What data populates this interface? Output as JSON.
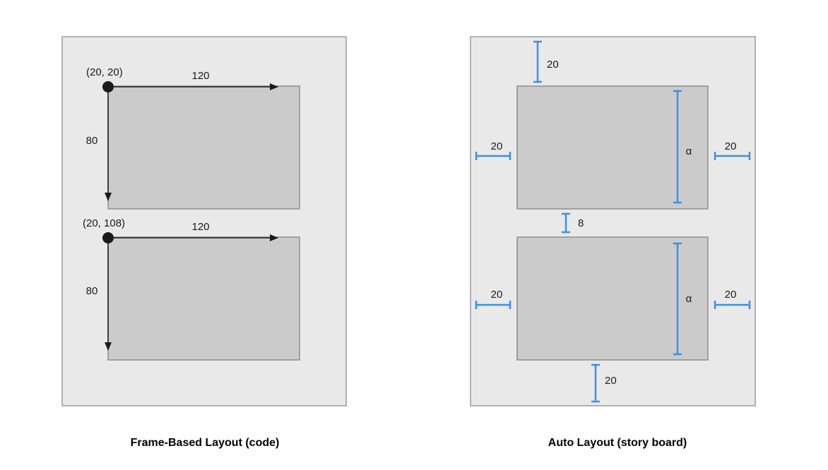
{
  "colors": {
    "panel_fill": "#e9e9e9",
    "panel_border": "#9a9a9a",
    "view_fill": "#cbcbcb",
    "view_border": "#8e8e8e",
    "arrow": "#1a1a1a",
    "constraint": "#3d8fe6"
  },
  "frame_based": {
    "caption": "Frame-Based Layout (code)",
    "top_view": {
      "origin_label": "(20, 20)",
      "width_label": "120",
      "height_label": "80"
    },
    "bottom_view": {
      "origin_label": "(20, 108)",
      "width_label": "120",
      "height_label": "80"
    }
  },
  "auto_layout": {
    "caption": "Auto Layout (story board)",
    "top_margin_label": "20",
    "top_view": {
      "left_label": "20",
      "right_label": "20",
      "height_label": "α"
    },
    "spacing_label": "8",
    "bottom_view": {
      "left_label": "20",
      "right_label": "20",
      "height_label": "α"
    },
    "bottom_margin_label": "20"
  }
}
